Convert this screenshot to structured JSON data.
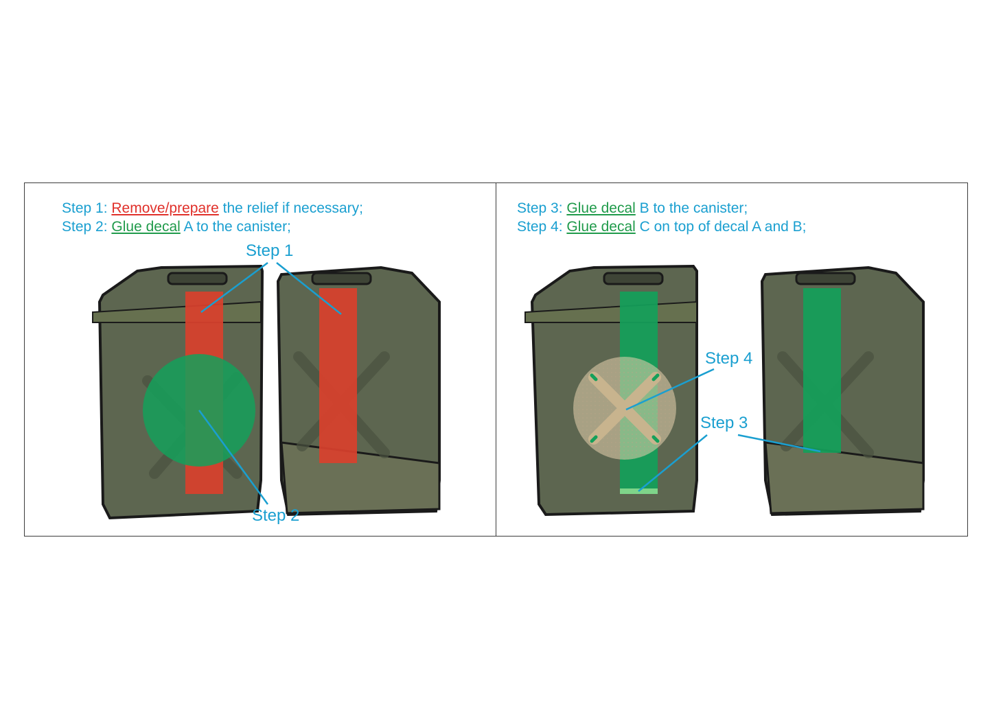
{
  "left_panel": {
    "line1": {
      "prefix": "Step 1: ",
      "action": "Remove/prepare",
      "rest": " the relief if necessary;"
    },
    "line2": {
      "prefix": "Step 2: ",
      "action": "Glue decal",
      "rest": " A to the canister;"
    },
    "callouts": {
      "step1": "Step 1",
      "step2": "Step 2"
    }
  },
  "right_panel": {
    "line1": {
      "prefix": "Step 3: ",
      "action": "Glue decal",
      "rest": " B to the canister;"
    },
    "line2": {
      "prefix": "Step 4: ",
      "action": "Glue decal",
      "rest": " C on top of decal A and B;"
    },
    "callouts": {
      "step4": "Step 4",
      "step3": "Step 3"
    }
  },
  "colors": {
    "text": "#1a9fd0",
    "remove": "#e0302a",
    "glue": "#1f9a4a",
    "canister": "#5d6650",
    "decal_red": "#d9402c",
    "decal_green": "#14a05a",
    "decal_c": "#e6d2ae"
  }
}
